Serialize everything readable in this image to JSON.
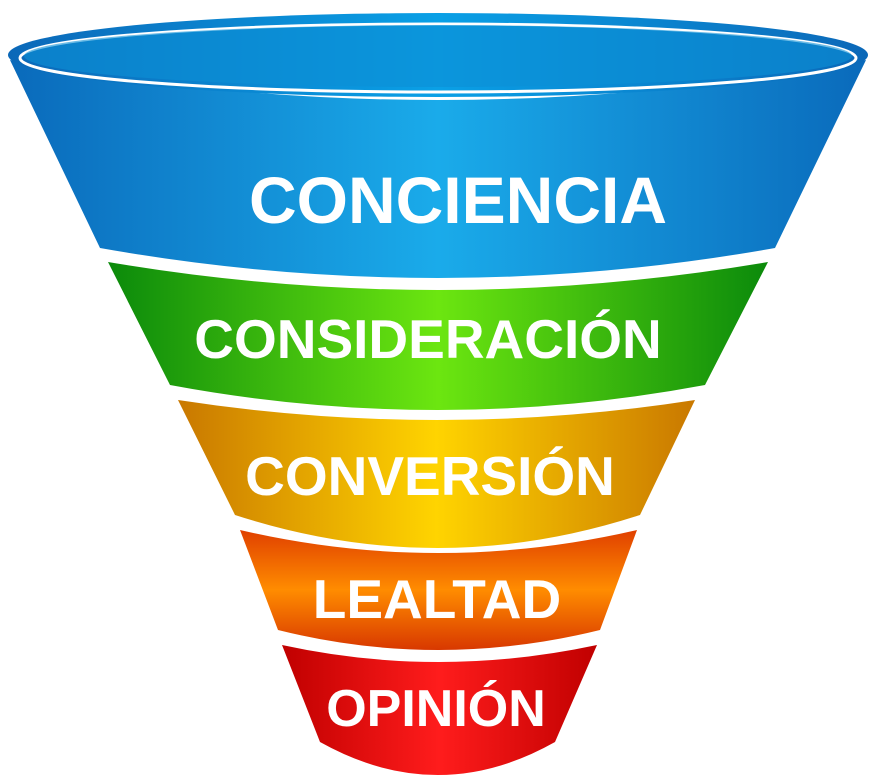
{
  "funnel": {
    "stages": [
      {
        "label": "CONCIENCIA",
        "color": "#1aa3e3"
      },
      {
        "label": "CONSIDERACIÓN",
        "color": "#5fd90e"
      },
      {
        "label": "CONVERSIÓN",
        "color": "#ffcc00"
      },
      {
        "label": "LEALTAD",
        "color": "#ff7a00"
      },
      {
        "label": "OPINIÓN",
        "color": "#ee1010"
      }
    ]
  }
}
